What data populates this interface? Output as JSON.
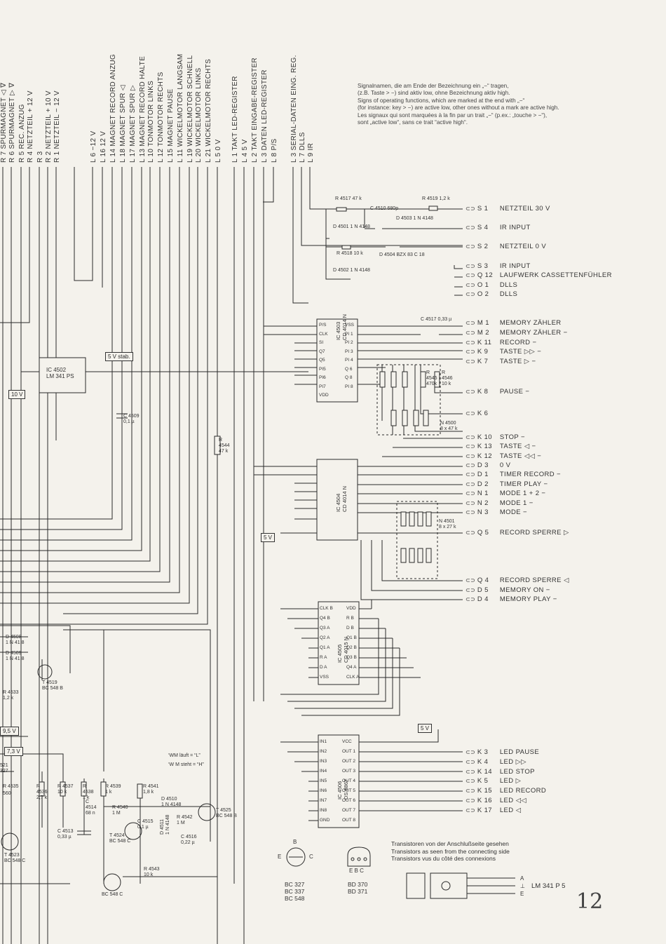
{
  "top_labels": [
    "R 7  SPURMAGNET ◁ ∇",
    "R 6  SPURMAGNET ▷ ∇",
    "R 5  REC. ANZUG",
    "R 4  NETZTEIL + 12 V",
    "R 3",
    "R 2  NETZTEIL + 10 V",
    "R 1  NETZTEIL − 12 V",
    "L 6  −12 V",
    "L 16   12 V",
    "L 14  MAGNET RECORD ANZUG",
    "L 18  MAGNET SPUR ◁",
    "L 17  MAGNET SPUR ▷",
    "L 13  MAGNET RECORD HALTE",
    "L 10  TONMOTOR LINKS",
    "L 12  TONMOTOR RECHTS",
    "L 15  MAGNET PAUSE",
    "L 11  WICKELMOTOR LANGSAM",
    "L 19  WICKELMOTOR SCHNELL",
    "L 20  WICKELMOTOR LINKS",
    "L 21  WICKELMOTOR RECHTS",
    "L 5   0 V",
    "L 1  TAKT LED-REGISTER",
    "L 4  5 V",
    "L 2  TAKT EINGABE-REGISTER",
    "L 3  DATEN LED-REGISTER",
    "L 8  P/S",
    "L 3  SERIAL-DATEN EING. REG.",
    "L 7  DLLS",
    "L 9  IR"
  ],
  "notes": [
    "Signalnamen, die am Ende der Bezeichnung ein „−“ tragen,",
    "(z.B. Taste > −) sind aktiv low, ohne Bezeichnung aktiv high.",
    "Signs of operating functions, which are marked at the end with „−“",
    "(for instance: key > −) are active low, other ones without a mark are active high.",
    "Les signaux qui sont marquées à la fin par un trait „−“ (p.ex.: „touche > −“),",
    "sont „active low“, sans ce trait “active high“."
  ],
  "signals": [
    {
      "code": "S 1",
      "label": "NETZTEIL 30 V"
    },
    {
      "code": "S 4",
      "label": "IR INPUT"
    },
    {
      "code": "S 2",
      "label": "NETZTEIL 0 V"
    },
    {
      "code": "S 3",
      "label": "IR INPUT"
    },
    {
      "code": "Q 12",
      "label": "LAUFWERK CASSETTENFÜHLER"
    },
    {
      "code": "O 1",
      "label": "DLLS"
    },
    {
      "code": "O 2",
      "label": "DLLS"
    },
    {
      "code": "M 1",
      "label": "MEMORY ZÄHLER"
    },
    {
      "code": "M 2",
      "label": "MEMORY ZÄHLER −"
    },
    {
      "code": "K 11",
      "label": "RECORD −"
    },
    {
      "code": "K 9",
      "label": "TASTE ▷▷ −"
    },
    {
      "code": "K 7",
      "label": "TASTE ▷ −"
    },
    {
      "code": "K 8",
      "label": "PAUSE −"
    },
    {
      "code": "K 6",
      "label": ""
    },
    {
      "code": "K 10",
      "label": "STOP −"
    },
    {
      "code": "K 13",
      "label": "TASTE ◁ −"
    },
    {
      "code": "K 12",
      "label": "TASTE ◁◁ −"
    },
    {
      "code": "D 3",
      "label": "0 V"
    },
    {
      "code": "D 1",
      "label": "TIMER RECORD −"
    },
    {
      "code": "D 2",
      "label": "TIMER PLAY −"
    },
    {
      "code": "N 1",
      "label": "MODE 1 + 2 −"
    },
    {
      "code": "N 2",
      "label": "MODE 1 −"
    },
    {
      "code": "N 3",
      "label": "MODE −"
    },
    {
      "code": "Q 5",
      "label": "RECORD SPERRE ▷"
    },
    {
      "code": "Q 4",
      "label": "RECORD SPERRE ◁"
    },
    {
      "code": "D 5",
      "label": "MEMORY ON −"
    },
    {
      "code": "D 4",
      "label": "MEMORY PLAY −"
    },
    {
      "code": "K 3",
      "label": "LED PAUSE"
    },
    {
      "code": "K 4",
      "label": "LED ▷▷"
    },
    {
      "code": "K 14",
      "label": "LED STOP"
    },
    {
      "code": "K 5",
      "label": "LED ▷"
    },
    {
      "code": "K 15",
      "label": "LED RECORD"
    },
    {
      "code": "K 16",
      "label": "LED ◁◁"
    },
    {
      "code": "K 17",
      "label": "LED ◁"
    }
  ],
  "components": {
    "ic4502": "IC 4502\nLM 341 PS",
    "stab": "5 V stab.",
    "v10": "10 V",
    "c4509": "C 4509\n0,1 µ",
    "r4544": "R\n4544\n47 k",
    "v5a": "5 V",
    "v5b": "5 V",
    "r4517": "R 4517\n47 k",
    "c4510": "C\n4510\n680p",
    "d4501": "D 4501\n1 N 4148",
    "r4518": "R 4518\n10 k",
    "d4502": "D 4502\n1 N 4148",
    "r4519": "R 4519\n1,2 k",
    "d4503": "D 4503\n1 N 4148",
    "d4504": "D 4504\nBZX 83 C 18",
    "c4517": "C 4517\n0,33 µ",
    "ic4503": "IC 4503\nCD 4014 N",
    "ic4504": "IC 4504\nCD 4014 N",
    "ic4505": "IC 4505\nCD 4015 N",
    "ic4506": "IC 4506\nDS 8867",
    "r4545": "R\n4545\n470k",
    "r4546": "R\n4546\n10 k",
    "n4500": "N 4500\n8 x 47 k",
    "n4501": "N 4501\n8 x 27 k",
    "d4508": "D 4508\n1 N 41 8",
    "d4509": "D 4509\n1 N 41 8",
    "t4519": "T 4519\nBC 548 B",
    "r4533": "R 4533\n1,2 k",
    "v95": "9,5 V",
    "v73": "7,3 V",
    "r4536": "R\n4536\n2,7 k",
    "r4537": "R 4537\n10 k",
    "r4538": "R\n4538\n1 k",
    "r4539": "R 4539\n1 k",
    "r4541": "R 4541\n1,8 k",
    "c4514": "C\n4514\n68 n",
    "r4540": "R 4540\n1 M",
    "c4515": "C 4515\n0,1 µ",
    "d4510": "D 4510\n1 N 4148",
    "r4542": "R 4542\n1 M",
    "t4525": "T 4525\nBC 548 B",
    "c4513": "C 4513\n0,33 µ",
    "t4524": "T 4524\nBC 548 C",
    "d4511": "D 4511\n1 N 4148",
    "c4516": "C 4516\n0,22 µ",
    "r4543": "R 4543\n10 k",
    "t4523": "T 4523\nBC 548 C",
    "t4526": "BC 548 C",
    "wm1": "‘WM läuft = “L”",
    "wm2": "‘W M steht = “H”",
    "r4535": "R 4535",
    "r4521": "521\n327",
    "r4535v": "560"
  },
  "ic4503_pins_left": [
    "P/S",
    "CLK",
    "SI",
    "Q7",
    "Q5",
    "PI5",
    "PI6",
    "PI7",
    "VDD"
  ],
  "ic4503_pins_right": [
    "VSS",
    "PI 1",
    "PI 2",
    "PI 3",
    "PI 4",
    "Q 6",
    "Q 8",
    "PI 8"
  ],
  "ic4505_pins_left": [
    "CLK B",
    "Q4 B",
    "Q3 A",
    "Q2 A",
    "Q1 A",
    "R A",
    "D A",
    "VSS"
  ],
  "ic4505_pins_right": [
    "VDD",
    "R B",
    "D B",
    "Q1 B",
    "Q2 B",
    "Q3 B",
    "Q4 A",
    "CLK A"
  ],
  "ic4506_pins_left": [
    "IN1",
    "IN2",
    "IN3",
    "IN4",
    "IN5",
    "IN6",
    "IN7",
    "IN8",
    "GND"
  ],
  "ic4506_pins_right": [
    "VCC",
    "OUT 1",
    "OUT 2",
    "OUT 3",
    "OUT 4",
    "OUT 5",
    "OUT 6",
    "OUT 7",
    "OUT 8"
  ],
  "legend": [
    "Transistoren von der Anschlußseite gesehen",
    "Transistors as seen from the connecting side",
    "Transistors vus du côté des connexions"
  ],
  "transistor_a": "BC 327\nBC 337\nBC 548",
  "transistor_b": "BD 370\nBD 371",
  "transistor_pins_a": [
    "E",
    "B",
    "C"
  ],
  "transistor_pins_b": "E  B  C",
  "lm_pins": [
    "A",
    "⊥",
    "E"
  ],
  "lm_label": "LM 341 P 5",
  "page_number": "12"
}
